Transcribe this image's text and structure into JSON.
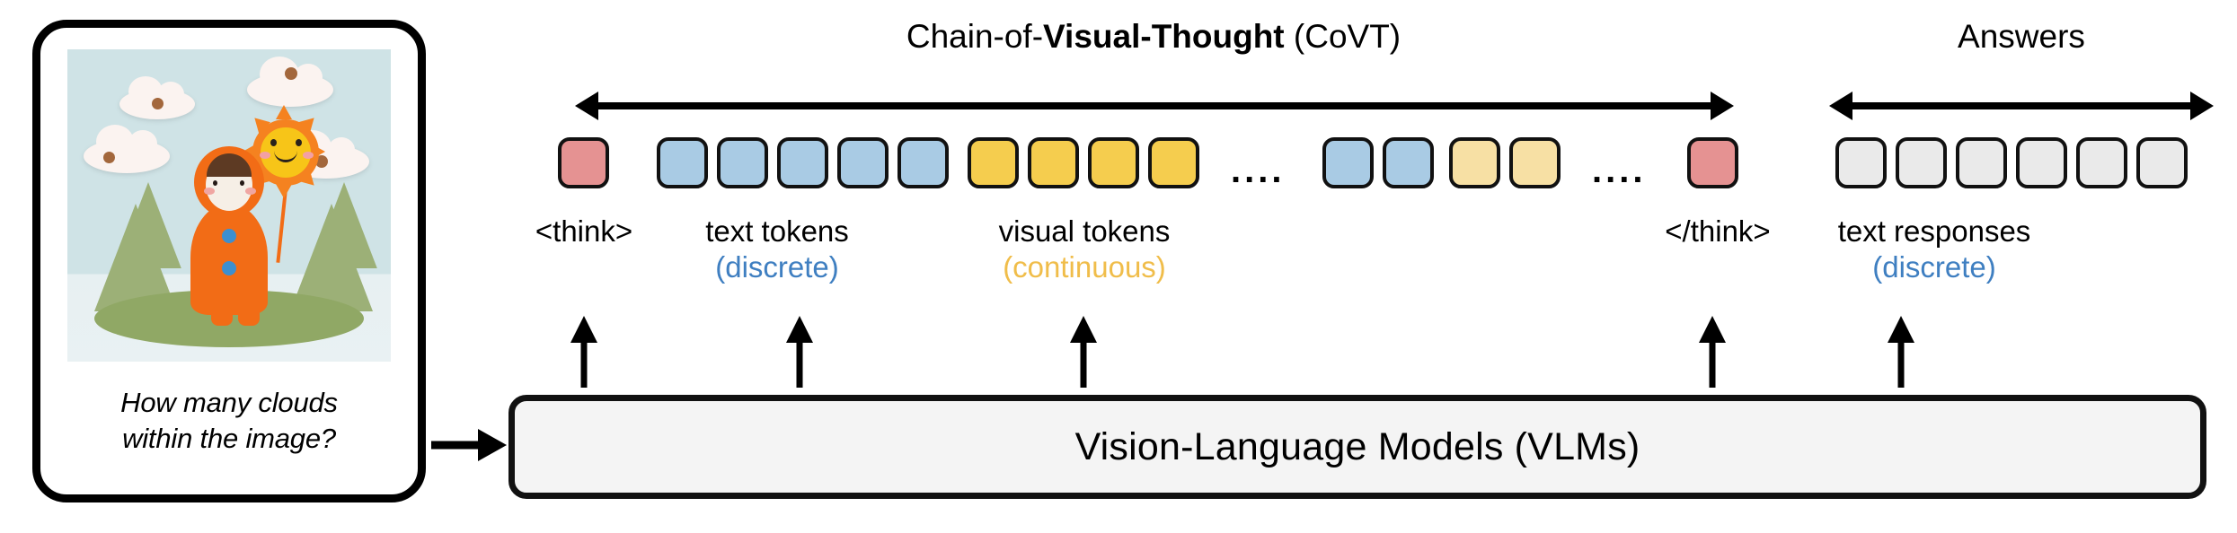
{
  "question_card": {
    "image_alt": "felt-craft doll holding a sun balloon with clouds and trees",
    "question": "How many clouds\nwithin the image?",
    "question_line1": "How many clouds",
    "question_line2": "within the image?"
  },
  "spans": [
    {
      "id": "covt",
      "label_prefix": "Chain-of-",
      "label_bold": "Visual-Thought",
      "label_suffix": " (CoVT)"
    },
    {
      "id": "answers",
      "label": "Answers"
    }
  ],
  "tokens": [
    {
      "index": 0,
      "kind": "think-open",
      "color": "#e59292",
      "group": "control"
    },
    {
      "index": 1,
      "kind": "text-token",
      "color": "#a9cbe4",
      "group": "text"
    },
    {
      "index": 2,
      "kind": "text-token",
      "color": "#a9cbe4",
      "group": "text"
    },
    {
      "index": 3,
      "kind": "text-token",
      "color": "#a9cbe4",
      "group": "text"
    },
    {
      "index": 4,
      "kind": "text-token",
      "color": "#a9cbe4",
      "group": "text"
    },
    {
      "index": 5,
      "kind": "text-token",
      "color": "#a9cbe4",
      "group": "text"
    },
    {
      "index": 6,
      "kind": "visual-token",
      "color": "#f5cd4e",
      "group": "visual"
    },
    {
      "index": 7,
      "kind": "visual-token",
      "color": "#f5cd4e",
      "group": "visual"
    },
    {
      "index": 8,
      "kind": "visual-token",
      "color": "#f5cd4e",
      "group": "visual"
    },
    {
      "index": 9,
      "kind": "visual-token",
      "color": "#f5cd4e",
      "group": "visual"
    },
    {
      "index": 10,
      "kind": "ellipsis",
      "text": "...."
    },
    {
      "index": 11,
      "kind": "text-token",
      "color": "#a9cbe4",
      "group": "text"
    },
    {
      "index": 12,
      "kind": "text-token",
      "color": "#a9cbe4",
      "group": "text"
    },
    {
      "index": 13,
      "kind": "visual-token",
      "color": "#f7e0a4",
      "group": "visual-faded"
    },
    {
      "index": 14,
      "kind": "visual-token",
      "color": "#f7e0a4",
      "group": "visual-faded"
    },
    {
      "index": 15,
      "kind": "ellipsis",
      "text": "...."
    },
    {
      "index": 16,
      "kind": "think-close",
      "color": "#e59292",
      "group": "control"
    },
    {
      "index": 17,
      "kind": "answer-token",
      "color": "#eaeaea",
      "group": "answer"
    },
    {
      "index": 18,
      "kind": "answer-token",
      "color": "#eaeaea",
      "group": "answer"
    },
    {
      "index": 19,
      "kind": "answer-token",
      "color": "#eaeaea",
      "group": "answer"
    },
    {
      "index": 20,
      "kind": "answer-token",
      "color": "#eaeaea",
      "group": "answer"
    },
    {
      "index": 21,
      "kind": "answer-token",
      "color": "#eaeaea",
      "group": "answer"
    },
    {
      "index": 22,
      "kind": "answer-token",
      "color": "#eaeaea",
      "group": "answer"
    }
  ],
  "captions": {
    "think_open": "<think>",
    "think_close": "</think>",
    "text_tokens": {
      "main": "text tokens",
      "sub": "(discrete)",
      "sub_color": "#3f7fc1"
    },
    "visual_tokens": {
      "main": "visual tokens",
      "sub": "(continuous)",
      "sub_color": "#f0bd4a"
    },
    "text_responses": {
      "main": "text responses",
      "sub": "(discrete)",
      "sub_color": "#3f7fc1"
    }
  },
  "ellipses": {
    "first": "....",
    "second": "...."
  },
  "model_bar": {
    "label": "Vision-Language Models (VLMs)",
    "fill": "#f4f4f4",
    "stroke": "#111111"
  },
  "icons": {
    "input_arrow": "arrow-right-icon",
    "up_arrows": "arrow-up-icon",
    "span_bracket": "double-headed-arrow-icon"
  }
}
